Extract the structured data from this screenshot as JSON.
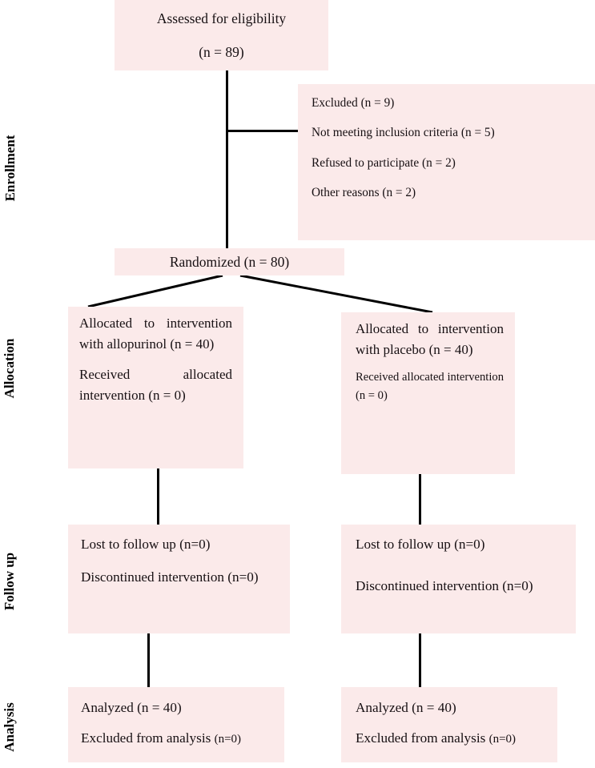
{
  "diagram": {
    "type": "CONSORT participant flow diagram",
    "accent_color": "#fbeaea",
    "line_color": "#000000",
    "text_color": "#171013"
  },
  "stages": {
    "enrollment": "Enrollment",
    "allocation": "Allocation",
    "followup": "Follow up",
    "analysis": "Analysis"
  },
  "assessed": {
    "line1": "Assessed for eligibility",
    "line2": "(n = 89)"
  },
  "excluded": {
    "heading": "Excluded (n = 9)",
    "reason1": "Not meeting inclusion criteria (n = 5)",
    "reason2": "Refused to participate (n = 2)",
    "reason3": "Other reasons (n = 2)"
  },
  "randomized": {
    "label": "Randomized (n = 80)"
  },
  "allocation": {
    "left": {
      "allocated": "Allocated to intervention with allopurinol (n = 40)",
      "received": "Received allocated intervention (n = 0)"
    },
    "right": {
      "allocated": "Allocated to intervention with placebo (n = 40)",
      "received": "Received allocated intervention (n = 0)"
    }
  },
  "followup": {
    "left": {
      "lost": "Lost to follow up (n=0)",
      "discontinued": "Discontinued intervention (n=0)"
    },
    "right": {
      "lost": "Lost to follow up (n=0)",
      "discontinued": "Discontinued intervention (n=0)"
    }
  },
  "analysis": {
    "left": {
      "analyzed": "Analyzed (n = 40)",
      "excluded_prefix": "Excluded from analysis ",
      "excluded_count": "(n=0)"
    },
    "right": {
      "analyzed": "Analyzed (n = 40)",
      "excluded_prefix": "Excluded from analysis ",
      "excluded_count": "(n=0)"
    }
  }
}
